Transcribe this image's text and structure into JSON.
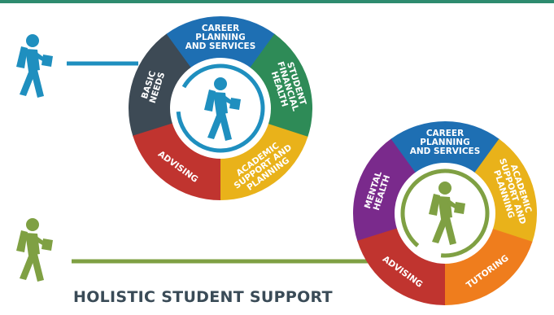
{
  "caption": "HOLISTIC STUDENT SUPPORT",
  "colors": {
    "blue_walker": "#1f8fbf",
    "green_walker": "#7fa043",
    "connector_blue": "#1f8fbf",
    "connector_green": "#7fa043",
    "caption": "#3a4b57"
  },
  "wheels": [
    {
      "id": "upper",
      "figure": "blue",
      "segments": [
        {
          "lines": [
            "BASIC",
            "NEEDS"
          ],
          "color": "#3d4a55"
        },
        {
          "lines": [
            "CAREER",
            "PLANNING",
            "AND SERVICES"
          ],
          "color": "#1e6fb3"
        },
        {
          "lines": [
            "STUDENT",
            "FINANCIAL",
            "HEALTH"
          ],
          "color": "#2e8b57"
        },
        {
          "lines": [
            "ACADEMIC",
            "SUPPORT AND",
            "PLANNING"
          ],
          "color": "#e9b21a"
        },
        {
          "lines": [
            "ADVISING"
          ],
          "color": "#c0342f"
        }
      ]
    },
    {
      "id": "lower",
      "figure": "green",
      "segments": [
        {
          "lines": [
            "MENTAL",
            "HEALTH"
          ],
          "color": "#7a2a8c"
        },
        {
          "lines": [
            "CAREER",
            "PLANNING",
            "AND SERVICES"
          ],
          "color": "#1e6fb3"
        },
        {
          "lines": [
            "ACADEMIC",
            "SUPPORT AND",
            "PLANNING"
          ],
          "color": "#e9b21a"
        },
        {
          "lines": [
            "TUTORING"
          ],
          "color": "#ef7d1d"
        },
        {
          "lines": [
            "ADVISING"
          ],
          "color": "#c0342f"
        }
      ]
    }
  ]
}
